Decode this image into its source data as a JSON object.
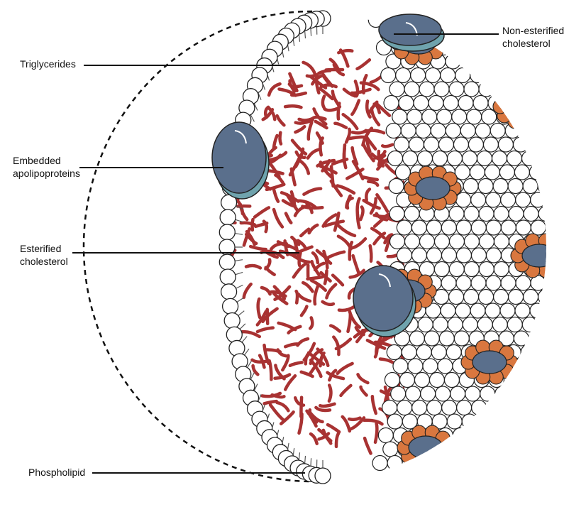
{
  "labels": {
    "non_esterified_cholesterol": "Non-esterified\ncholesterol",
    "triglycerides": "Triglycerides",
    "embedded_apolipoproteins": "Embedded\napolipoproteins",
    "esterified_cholesterol": "Esterified\ncholesterol",
    "phospholipid": "Phospholipid"
  },
  "colors": {
    "phospholipid_head": "#ffffff",
    "phospholipid_outline": "#222222",
    "triglyceride_chain": "#a83232",
    "cholesterol_orange": "#d9773f",
    "apolipoprotein_dark": "#5a6f8c",
    "apolipoprotein_light": "#6fa3ad"
  },
  "icons": {
    "phospholipid": "white-circle-with-tails",
    "cholesterol": "orange-circle",
    "apolipoprotein": "blue-blob",
    "triglyceride": "red-squiggle"
  }
}
